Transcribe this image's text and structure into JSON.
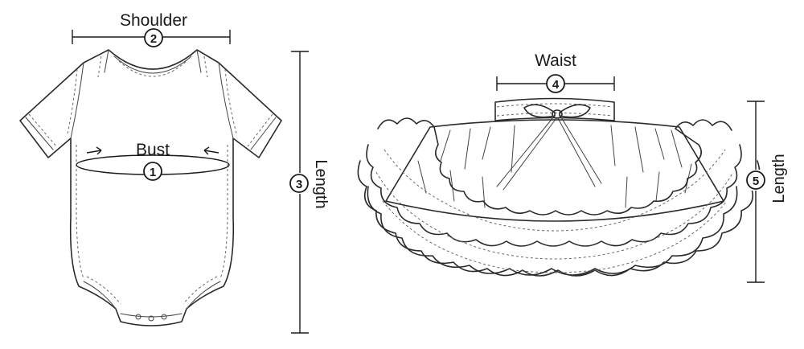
{
  "bodysuit": {
    "shoulder": {
      "label": "Shoulder",
      "number": "2"
    },
    "bust": {
      "label": "Bust",
      "number": "1"
    },
    "length": {
      "label": "Length",
      "number": "3"
    }
  },
  "skirt": {
    "waist": {
      "label": "Waist",
      "number": "4"
    },
    "length": {
      "label": "Length",
      "number": "5"
    }
  }
}
